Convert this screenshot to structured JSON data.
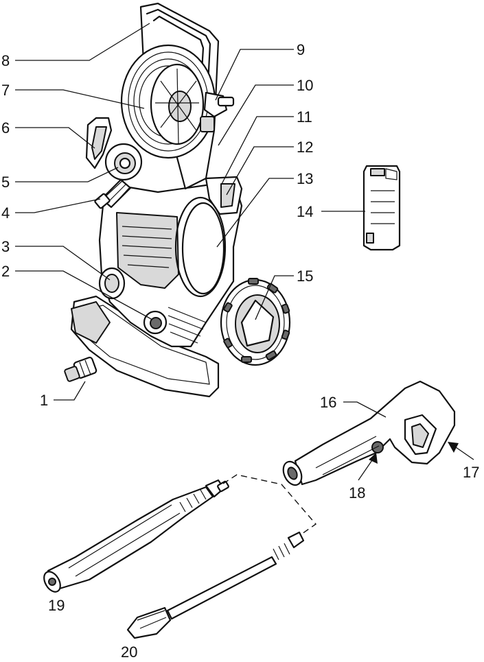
{
  "callouts": [
    {
      "id": "c1",
      "text": "1"
    },
    {
      "id": "c2",
      "text": "2"
    },
    {
      "id": "c3",
      "text": "3"
    },
    {
      "id": "c4",
      "text": "4"
    },
    {
      "id": "c5",
      "text": "5"
    },
    {
      "id": "c6",
      "text": "6"
    },
    {
      "id": "c7",
      "text": "7"
    },
    {
      "id": "c8",
      "text": "8"
    },
    {
      "id": "c9",
      "text": "9"
    },
    {
      "id": "c10",
      "text": "10"
    },
    {
      "id": "c11",
      "text": "11"
    },
    {
      "id": "c12",
      "text": "12"
    },
    {
      "id": "c13",
      "text": "13"
    },
    {
      "id": "c14",
      "text": "14"
    },
    {
      "id": "c15",
      "text": "15"
    },
    {
      "id": "c16",
      "text": "16"
    },
    {
      "id": "c17",
      "text": "17"
    },
    {
      "id": "c18",
      "text": "18"
    },
    {
      "id": "c19",
      "text": "19"
    },
    {
      "id": "c20",
      "text": "20"
    }
  ],
  "colors": {
    "line": "#111111",
    "fill": "#ffffff",
    "shade": "#d9d9d9",
    "dark": "#6a6a6a"
  }
}
